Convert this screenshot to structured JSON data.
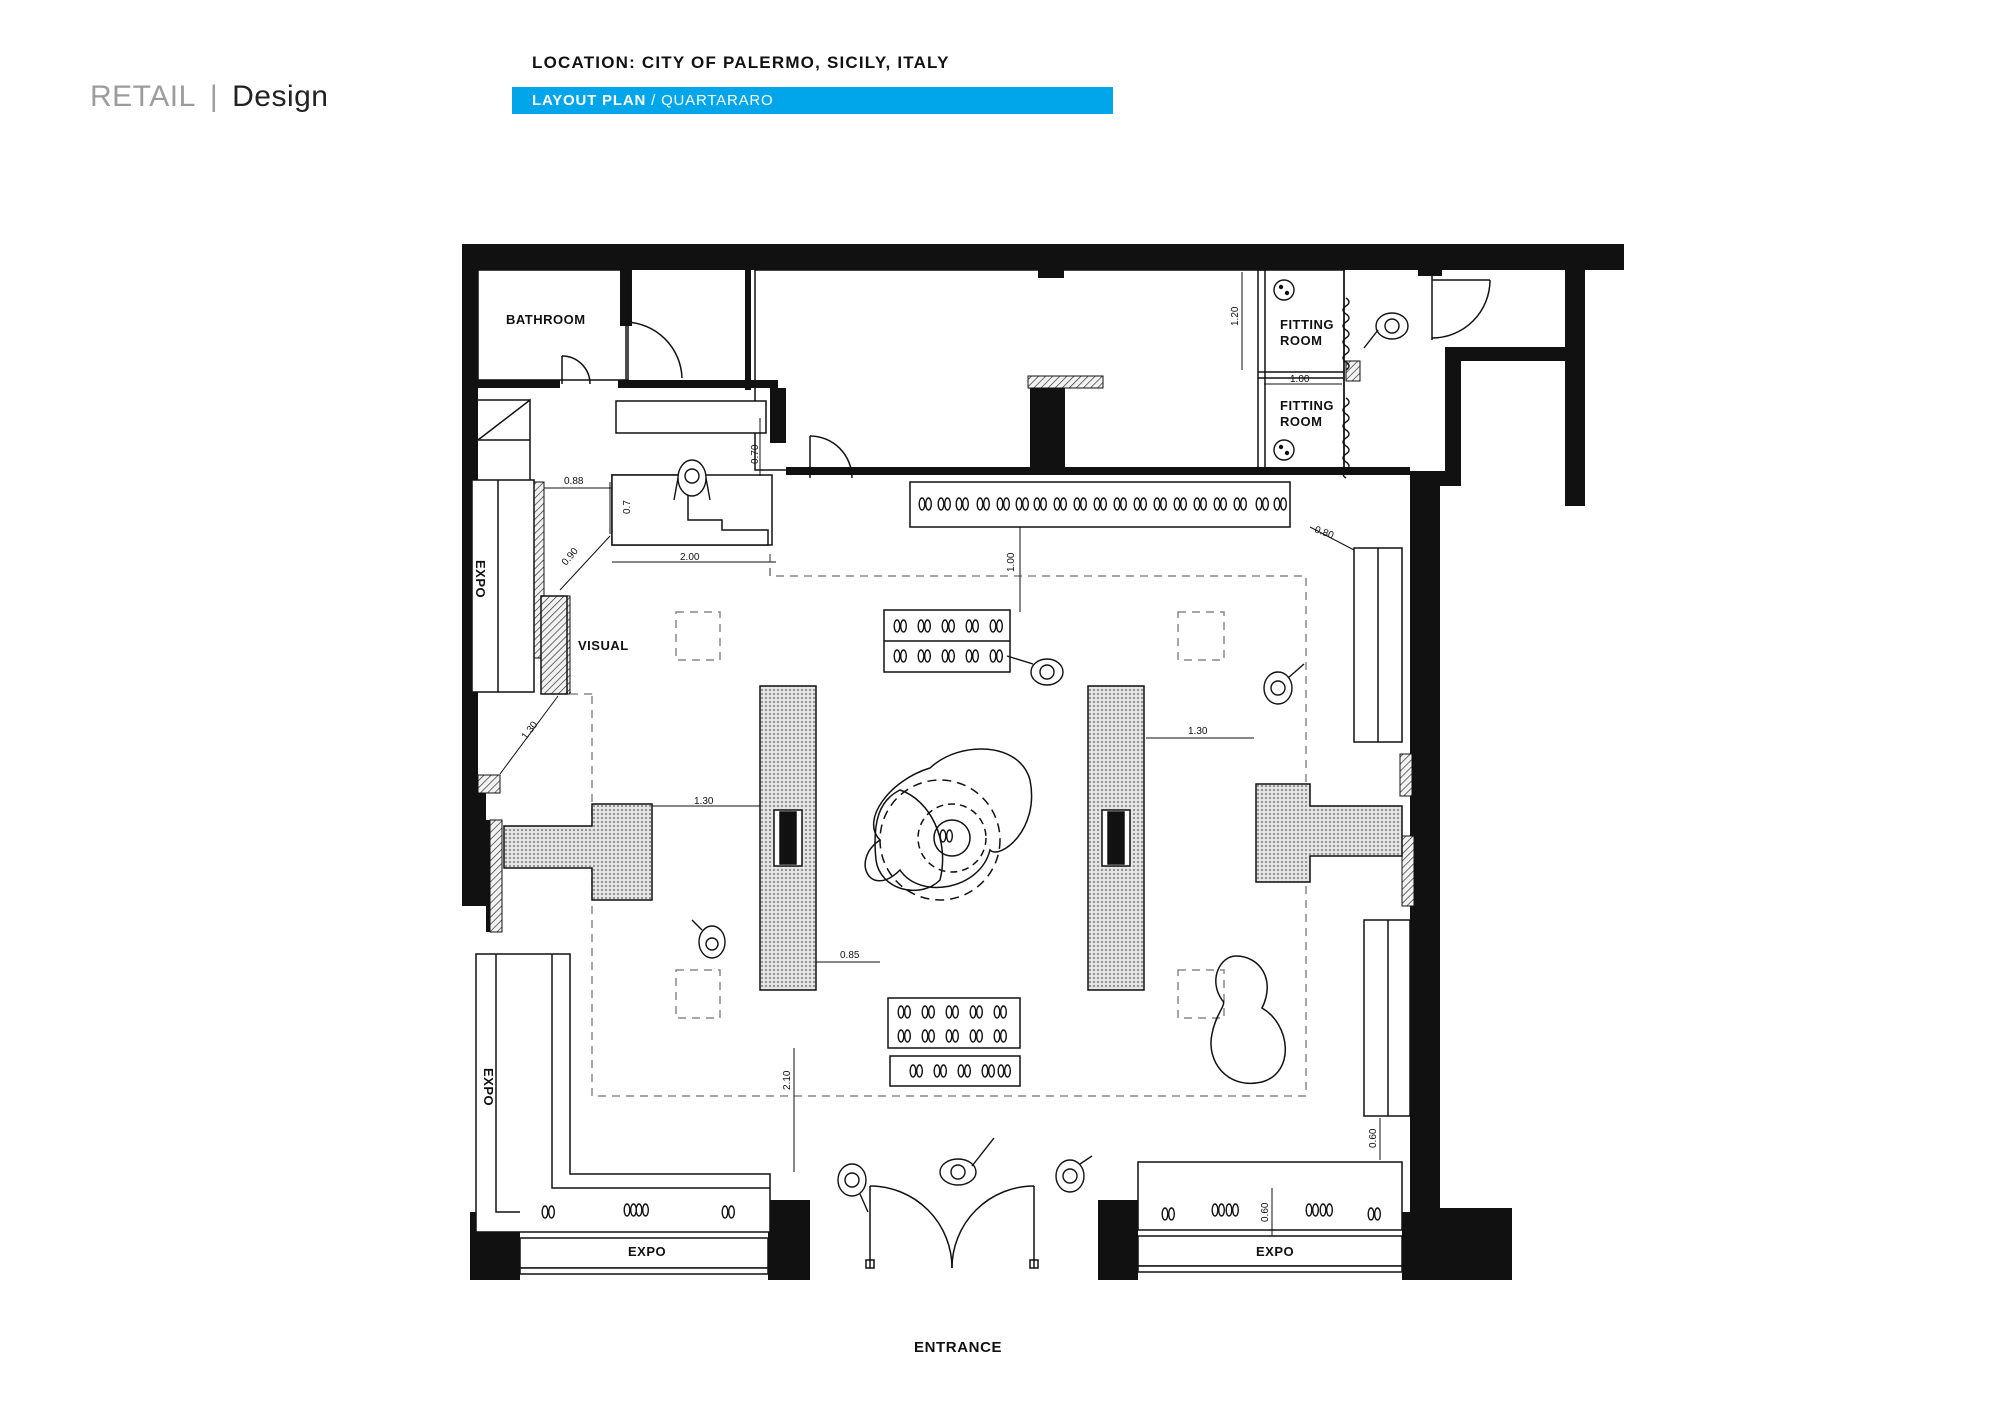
{
  "header": {
    "brand_primary": "RETAIL",
    "brand_separator": "|",
    "brand_secondary": "Design",
    "location": "LOCATION: CITY OF PALERMO, SICILY, ITALY",
    "plan_type": "LAYOUT PLAN",
    "plan_separator": "/",
    "plan_name": "QUARTARARO",
    "accent_color": "#00a6e9"
  },
  "rooms": {
    "bathroom": "BATHROOM",
    "fitting_room_1": [
      "FITTING",
      "ROOM"
    ],
    "fitting_room_2": [
      "FITTING",
      "ROOM"
    ],
    "visual": "VISUAL",
    "expo_left_top": "EXPO",
    "expo_left_bottom": "EXPO",
    "expo_bottom_left": "EXPO",
    "expo_bottom_right": "EXPO",
    "entrance": "ENTRANCE"
  },
  "dimensions": {
    "d_120": "1.20",
    "d_100": "1.00",
    "d_070": "0.70",
    "d_088": "0.88",
    "d_07": "0.7",
    "d_090": "0.90",
    "d_200": "2.00",
    "d_100b": "1.00",
    "d_080": "0.80",
    "d_130a": "1.30",
    "d_130b": "1.30",
    "d_130c": "1.30",
    "d_085": "0.85",
    "d_210": "2.10",
    "d_060a": "0.60",
    "d_060b": "0.60"
  }
}
